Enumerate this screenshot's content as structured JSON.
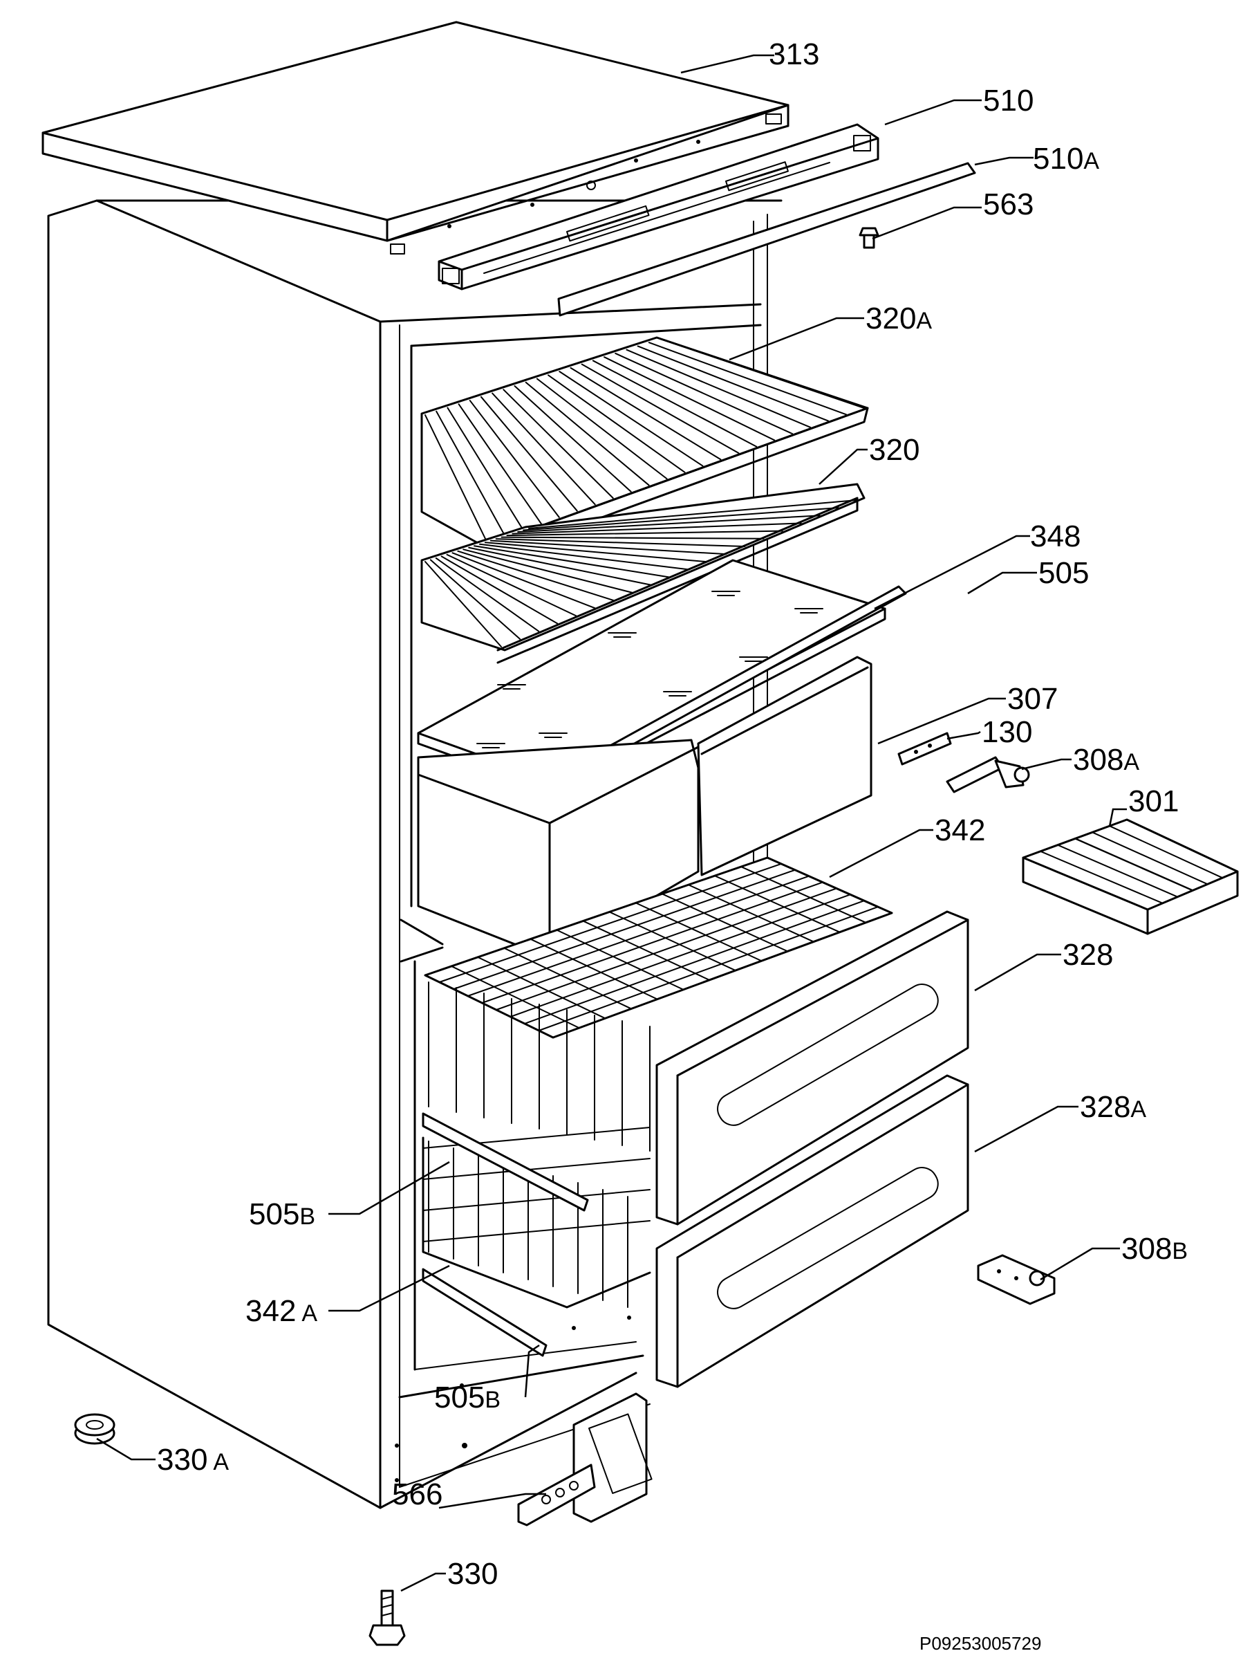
{
  "labels": [
    {
      "id": "313",
      "main": "313",
      "suffix": ""
    },
    {
      "id": "510",
      "main": "510",
      "suffix": ""
    },
    {
      "id": "510A",
      "main": "510",
      "suffix": "A"
    },
    {
      "id": "563",
      "main": "563",
      "suffix": ""
    },
    {
      "id": "320A",
      "main": "320",
      "suffix": "A"
    },
    {
      "id": "320",
      "main": "320",
      "suffix": ""
    },
    {
      "id": "348",
      "main": "348",
      "suffix": ""
    },
    {
      "id": "505",
      "main": "505",
      "suffix": ""
    },
    {
      "id": "307",
      "main": "307",
      "suffix": ""
    },
    {
      "id": "130",
      "main": "130",
      "suffix": ""
    },
    {
      "id": "308A",
      "main": "308",
      "suffix": "A"
    },
    {
      "id": "301",
      "main": "301",
      "suffix": ""
    },
    {
      "id": "342",
      "main": "342",
      "suffix": ""
    },
    {
      "id": "328",
      "main": "328",
      "suffix": ""
    },
    {
      "id": "328A",
      "main": "328",
      "suffix": "A"
    },
    {
      "id": "505B",
      "main": "505",
      "suffix": "B"
    },
    {
      "id": "342A",
      "main": "342",
      "suffix": "A"
    },
    {
      "id": "505B_2",
      "main": "505",
      "suffix": "B"
    },
    {
      "id": "308B",
      "main": "308",
      "suffix": "B"
    },
    {
      "id": "330A",
      "main": "330",
      "suffix": "A"
    },
    {
      "id": "566",
      "main": "566",
      "suffix": ""
    },
    {
      "id": "330",
      "main": "330",
      "suffix": ""
    }
  ],
  "drawing_code": "P09253005729"
}
